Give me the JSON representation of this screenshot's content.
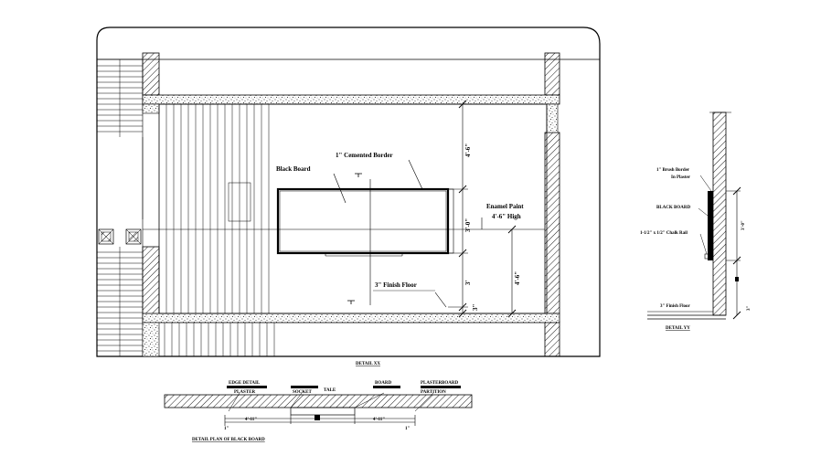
{
  "plan": {
    "label_black_board": "Black Board",
    "label_cemented_border": "1\" Cemented Border",
    "label_enamel_paint": "Enamel Paint",
    "label_enamel_height": "4'-6\" High",
    "label_finish_floor": "3\" Finish Floor",
    "dim_top": "4'-6\"",
    "dim_board": "3'-0\"",
    "dim_bottom": "3'",
    "dim_floor": "3\"",
    "dim_right": "4'-6\"",
    "title": "DETAIL XX"
  },
  "section": {
    "label_brush": "1\" Brush Border",
    "label_brush2": "In Plaster",
    "label_black_board": "BLACK BOARD",
    "label_chalk": "1-1/2\" x 1/2\" Chalk Rail",
    "label_floor": "3\" Finish Floor",
    "dim_board": "3'-0\"",
    "dim_floor": "3\"",
    "title": "DETAIL YY"
  },
  "strip": {
    "tag_left": "EDGE DETAIL",
    "tag_left_sub": "PLASTER",
    "tag_mid": "SOCKET",
    "tag_center": "TALE",
    "tag_right": "BOARD",
    "tag_far_right": "PLASTERBOARD",
    "tag_far_right_sub": "PARTITION",
    "dim_left": "4'-11\"",
    "dim_right": "4'-11\"",
    "dim_edge_left": "1\"",
    "dim_edge_right": "1\"",
    "title": "DETAIL PLAN OF BLACK BOARD"
  }
}
